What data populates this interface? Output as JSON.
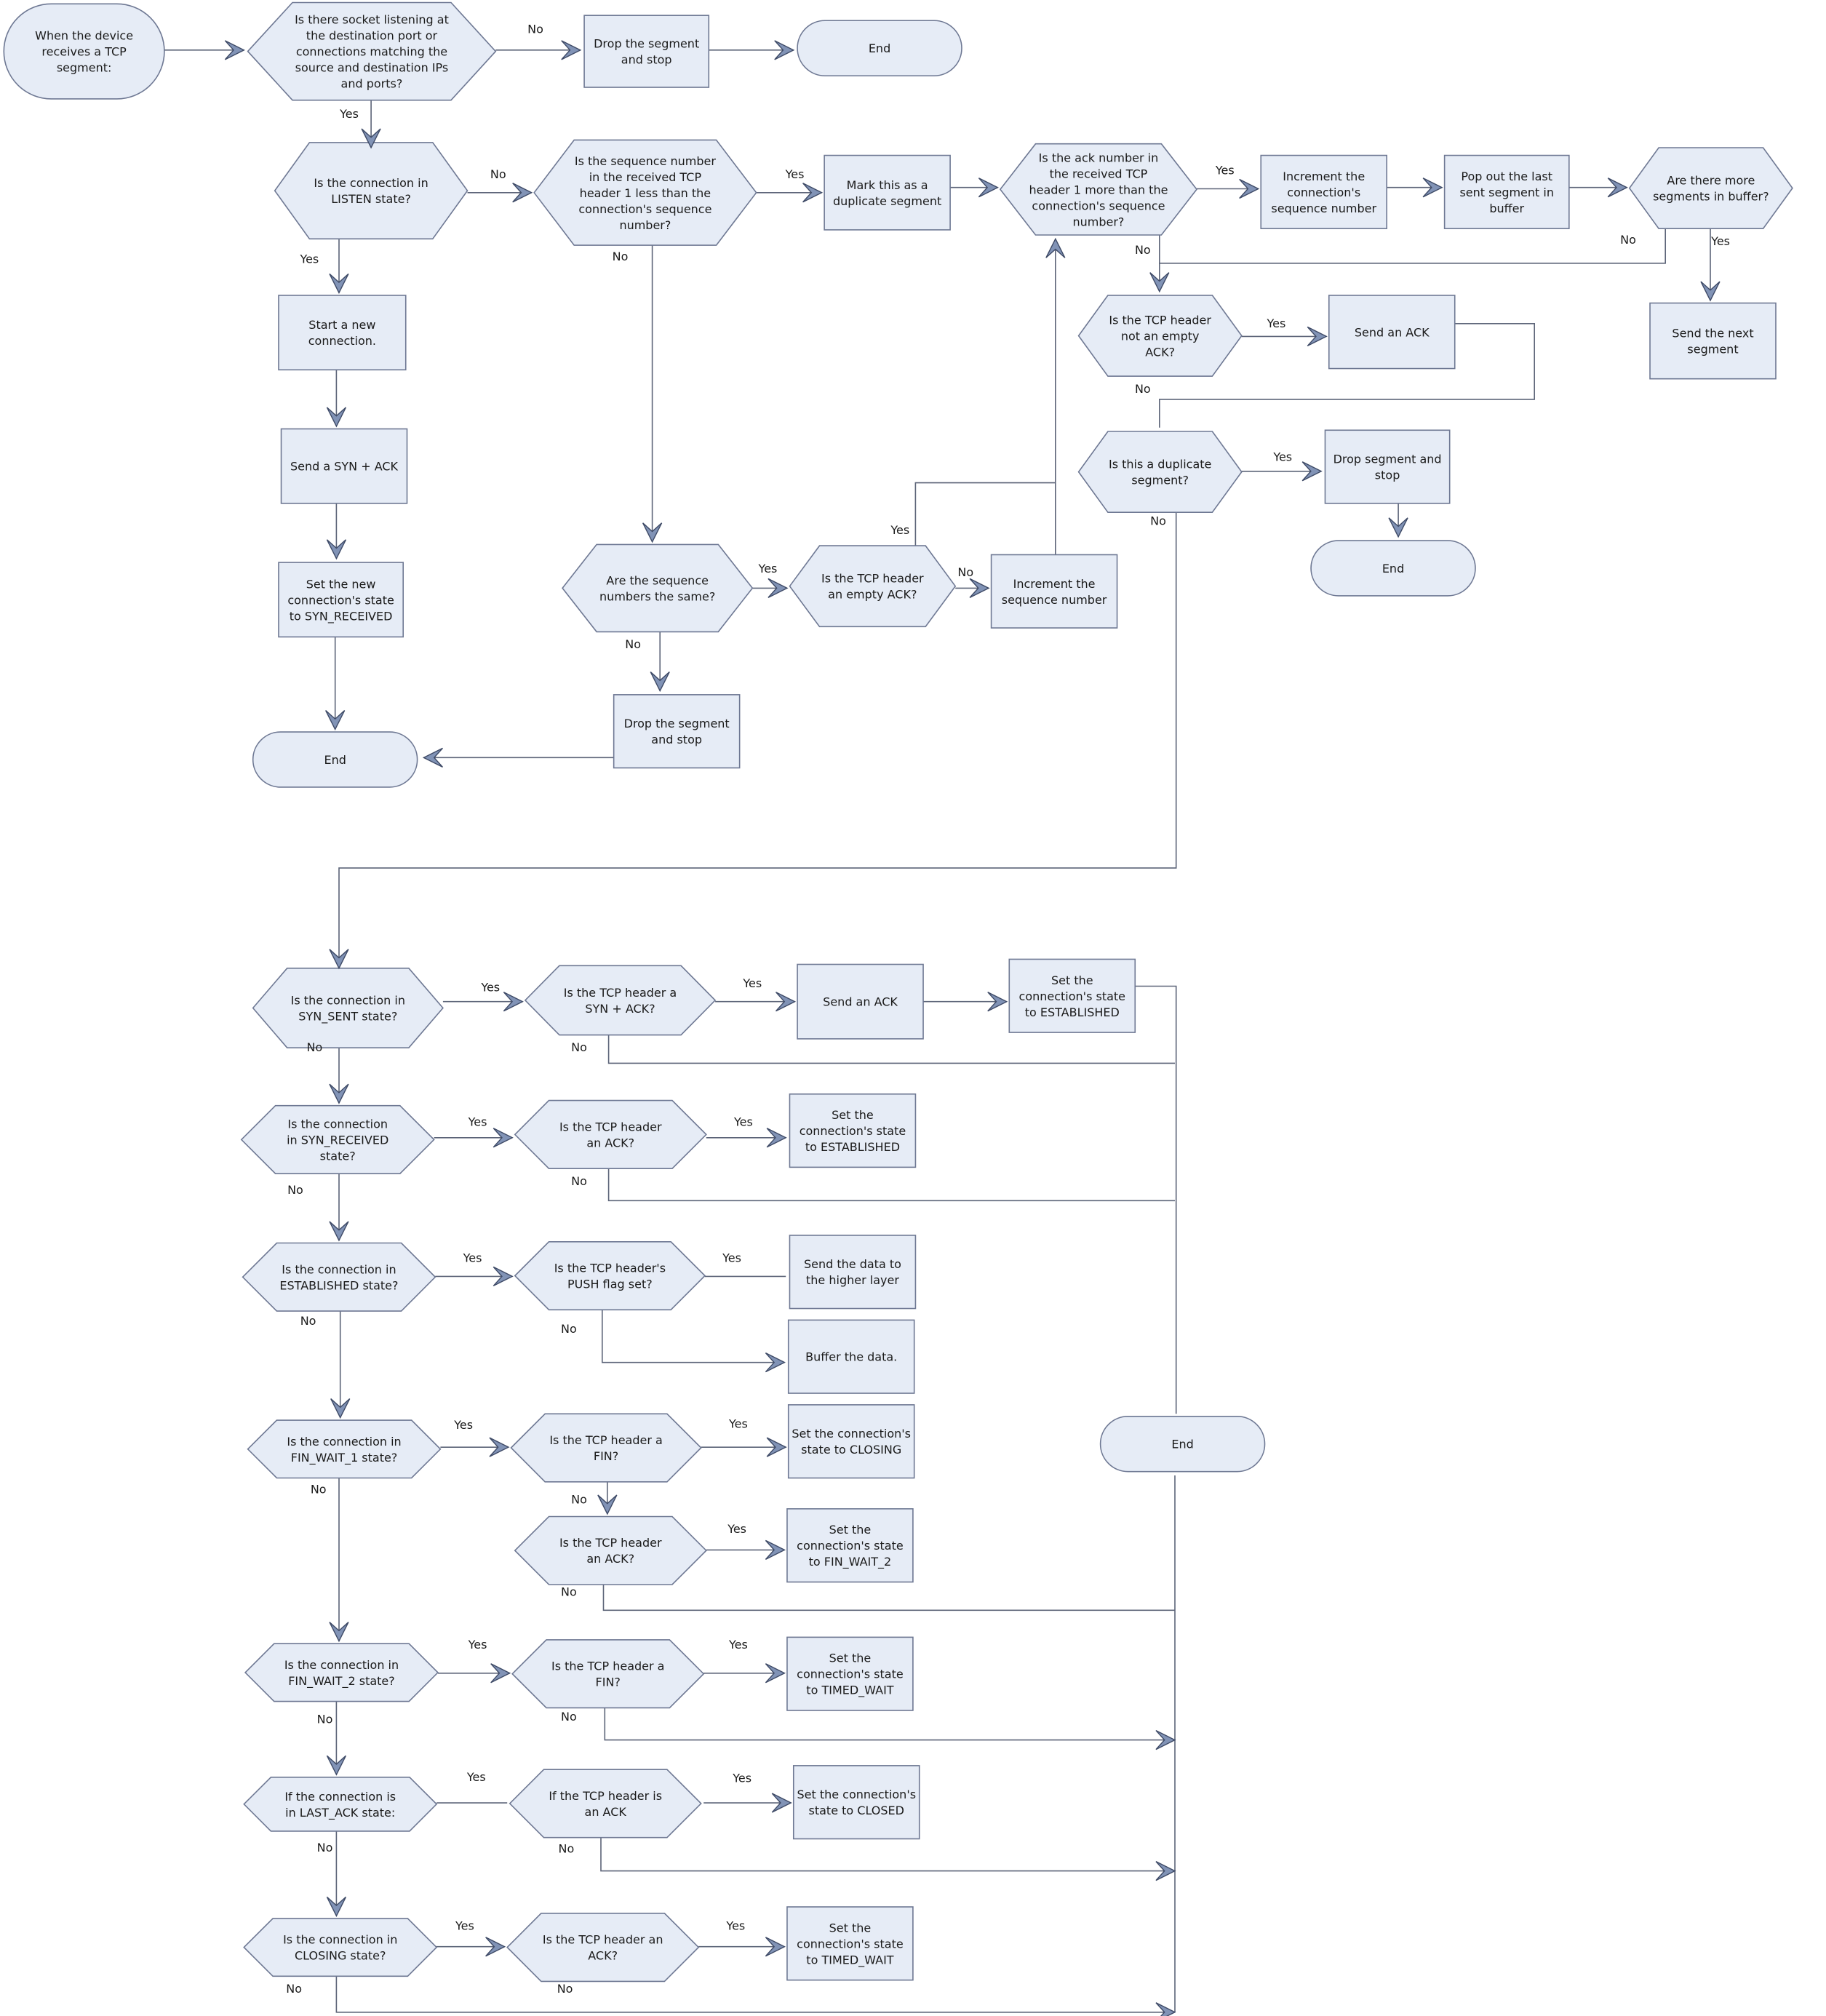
{
  "labels": {
    "yes": "Yes",
    "no": "No"
  },
  "nodes": [
    {
      "id": "start",
      "shape": "terminal",
      "lines": [
        "When the device",
        "receives a TCP",
        "segment:"
      ]
    },
    {
      "id": "d_socket",
      "shape": "decision",
      "lines": [
        "Is there socket listening at",
        "the destination port or",
        "connections matching the",
        "source and destination IPs",
        "and ports?"
      ]
    },
    {
      "id": "p_drop1",
      "shape": "process",
      "lines": [
        "Drop the segment",
        "and stop"
      ]
    },
    {
      "id": "end1",
      "shape": "terminal",
      "lines": [
        "End"
      ]
    },
    {
      "id": "d_listen",
      "shape": "decision",
      "lines": [
        "Is the connection in",
        "LISTEN state?"
      ]
    },
    {
      "id": "d_seqless",
      "shape": "decision",
      "lines": [
        "Is the sequence number",
        "in the received TCP",
        "header 1 less than the",
        "connection's sequence",
        "number?"
      ]
    },
    {
      "id": "p_markdup",
      "shape": "process",
      "lines": [
        "Mark this as a",
        "duplicate segment"
      ]
    },
    {
      "id": "d_ackmore",
      "shape": "decision",
      "lines": [
        "Is the ack number in",
        "the received TCP",
        "header 1 more than the",
        "connection's sequence",
        "number?"
      ]
    },
    {
      "id": "p_incseq1",
      "shape": "process",
      "lines": [
        "Increment the",
        "connection's",
        "sequence number"
      ]
    },
    {
      "id": "p_pop",
      "shape": "process",
      "lines": [
        "Pop out the last",
        "sent segment in",
        "buffer"
      ]
    },
    {
      "id": "d_moreseg",
      "shape": "decision",
      "lines": [
        "Are there more",
        "segments in buffer?"
      ]
    },
    {
      "id": "p_sendnext",
      "shape": "process",
      "lines": [
        "Send the next",
        "segment"
      ]
    },
    {
      "id": "p_newconn",
      "shape": "process",
      "lines": [
        "Start a new",
        "connection."
      ]
    },
    {
      "id": "d_notempty",
      "shape": "decision",
      "lines": [
        "Is the TCP header",
        "not an empty",
        "ACK?"
      ]
    },
    {
      "id": "p_sendack1",
      "shape": "process",
      "lines": [
        "Send an ACK"
      ]
    },
    {
      "id": "p_synack",
      "shape": "process",
      "lines": [
        "Send a SYN + ACK"
      ]
    },
    {
      "id": "d_isdup",
      "shape": "decision",
      "lines": [
        "Is this a duplicate",
        "segment?"
      ]
    },
    {
      "id": "p_dropstop",
      "shape": "process",
      "lines": [
        "Drop segment and",
        "stop"
      ]
    },
    {
      "id": "end2",
      "shape": "terminal",
      "lines": [
        "End"
      ]
    },
    {
      "id": "p_synrecv",
      "shape": "process",
      "lines": [
        "Set the new",
        "connection's state",
        "to SYN_RECEIVED"
      ]
    },
    {
      "id": "d_seqsame",
      "shape": "decision",
      "lines": [
        "Are the sequence",
        "numbers the same?"
      ]
    },
    {
      "id": "d_emptyack",
      "shape": "decision",
      "lines": [
        "Is the TCP header",
        "an empty ACK?"
      ]
    },
    {
      "id": "p_incseq2",
      "shape": "process",
      "lines": [
        "Increment the",
        "sequence number"
      ]
    },
    {
      "id": "p_drop2",
      "shape": "process",
      "lines": [
        "Drop the segment",
        "and stop"
      ]
    },
    {
      "id": "end3",
      "shape": "terminal",
      "lines": [
        "End"
      ]
    },
    {
      "id": "d_synsent",
      "shape": "decision",
      "lines": [
        "Is the connection in",
        "SYN_SENT state?"
      ]
    },
    {
      "id": "d_synack",
      "shape": "decision",
      "lines": [
        "Is the TCP header a",
        "SYN + ACK?"
      ]
    },
    {
      "id": "p_sendack2",
      "shape": "process",
      "lines": [
        "Send an ACK"
      ]
    },
    {
      "id": "p_est1",
      "shape": "process",
      "lines": [
        "Set the",
        "connection's state",
        "to ESTABLISHED"
      ]
    },
    {
      "id": "d_synrcvd",
      "shape": "decision",
      "lines": [
        "Is the connection",
        "in SYN_RECEIVED",
        "state?"
      ]
    },
    {
      "id": "d_ack1",
      "shape": "decision",
      "lines": [
        "Is the TCP header",
        "an ACK?"
      ]
    },
    {
      "id": "p_est2",
      "shape": "process",
      "lines": [
        "Set the",
        "connection's state",
        "to ESTABLISHED"
      ]
    },
    {
      "id": "d_established",
      "shape": "decision",
      "lines": [
        "Is the connection in",
        "ESTABLISHED state?"
      ]
    },
    {
      "id": "d_push",
      "shape": "decision",
      "lines": [
        "Is the TCP header's",
        "PUSH flag set?"
      ]
    },
    {
      "id": "p_senddata",
      "shape": "process",
      "lines": [
        "Send the data to",
        "the higher layer"
      ]
    },
    {
      "id": "p_buffer",
      "shape": "process",
      "lines": [
        "Buffer the data."
      ]
    },
    {
      "id": "d_finwait1",
      "shape": "decision",
      "lines": [
        "Is the connection in",
        "FIN_WAIT_1 state?"
      ]
    },
    {
      "id": "d_fin1",
      "shape": "decision",
      "lines": [
        "Is the TCP header a",
        "FIN?"
      ]
    },
    {
      "id": "p_closing",
      "shape": "process",
      "lines": [
        "Set the connection's",
        "state to CLOSING"
      ]
    },
    {
      "id": "end4",
      "shape": "terminal",
      "lines": [
        "End"
      ]
    },
    {
      "id": "d_ack2",
      "shape": "decision",
      "lines": [
        "Is the TCP header",
        "an ACK?"
      ]
    },
    {
      "id": "p_finwait2",
      "shape": "process",
      "lines": [
        "Set the",
        "connection's state",
        "to FIN_WAIT_2"
      ]
    },
    {
      "id": "d_finwait2",
      "shape": "decision",
      "lines": [
        "Is the connection in",
        "FIN_WAIT_2 state?"
      ]
    },
    {
      "id": "d_fin2",
      "shape": "decision",
      "lines": [
        "Is the TCP header a",
        "FIN?"
      ]
    },
    {
      "id": "p_timed1",
      "shape": "process",
      "lines": [
        "Set the",
        "connection's state",
        "to TIMED_WAIT"
      ]
    },
    {
      "id": "d_lastack",
      "shape": "decision",
      "lines": [
        "If the connection is",
        "in LAST_ACK state:"
      ]
    },
    {
      "id": "d_ack3",
      "shape": "decision",
      "lines": [
        "If the TCP header is",
        "an ACK"
      ]
    },
    {
      "id": "p_closed",
      "shape": "process",
      "lines": [
        "Set the connection's",
        "state to CLOSED"
      ]
    },
    {
      "id": "d_closing",
      "shape": "decision",
      "lines": [
        "Is the connection in",
        "CLOSING state?"
      ]
    },
    {
      "id": "d_ack4",
      "shape": "decision",
      "lines": [
        "Is the TCP header an",
        "ACK?"
      ]
    },
    {
      "id": "p_timed2",
      "shape": "process",
      "lines": [
        "Set the",
        "connection's state",
        "to TIMED_WAIT"
      ]
    }
  ]
}
